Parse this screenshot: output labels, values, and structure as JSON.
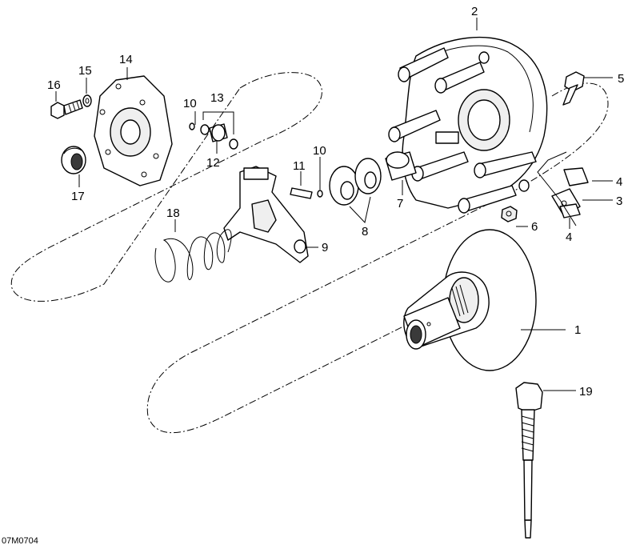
{
  "drawing_id": "07M0704",
  "callouts": {
    "c1": "1",
    "c2": "2",
    "c3": "3",
    "c4a": "4",
    "c4b": "4",
    "c5": "5",
    "c6": "6",
    "c7": "7",
    "c8": "8",
    "c9": "9",
    "c10a": "10",
    "c10b": "10",
    "c11": "11",
    "c12": "12",
    "c13": "13",
    "c14": "14",
    "c15": "15",
    "c16": "16",
    "c17": "17",
    "c18": "18",
    "c19": "19"
  }
}
